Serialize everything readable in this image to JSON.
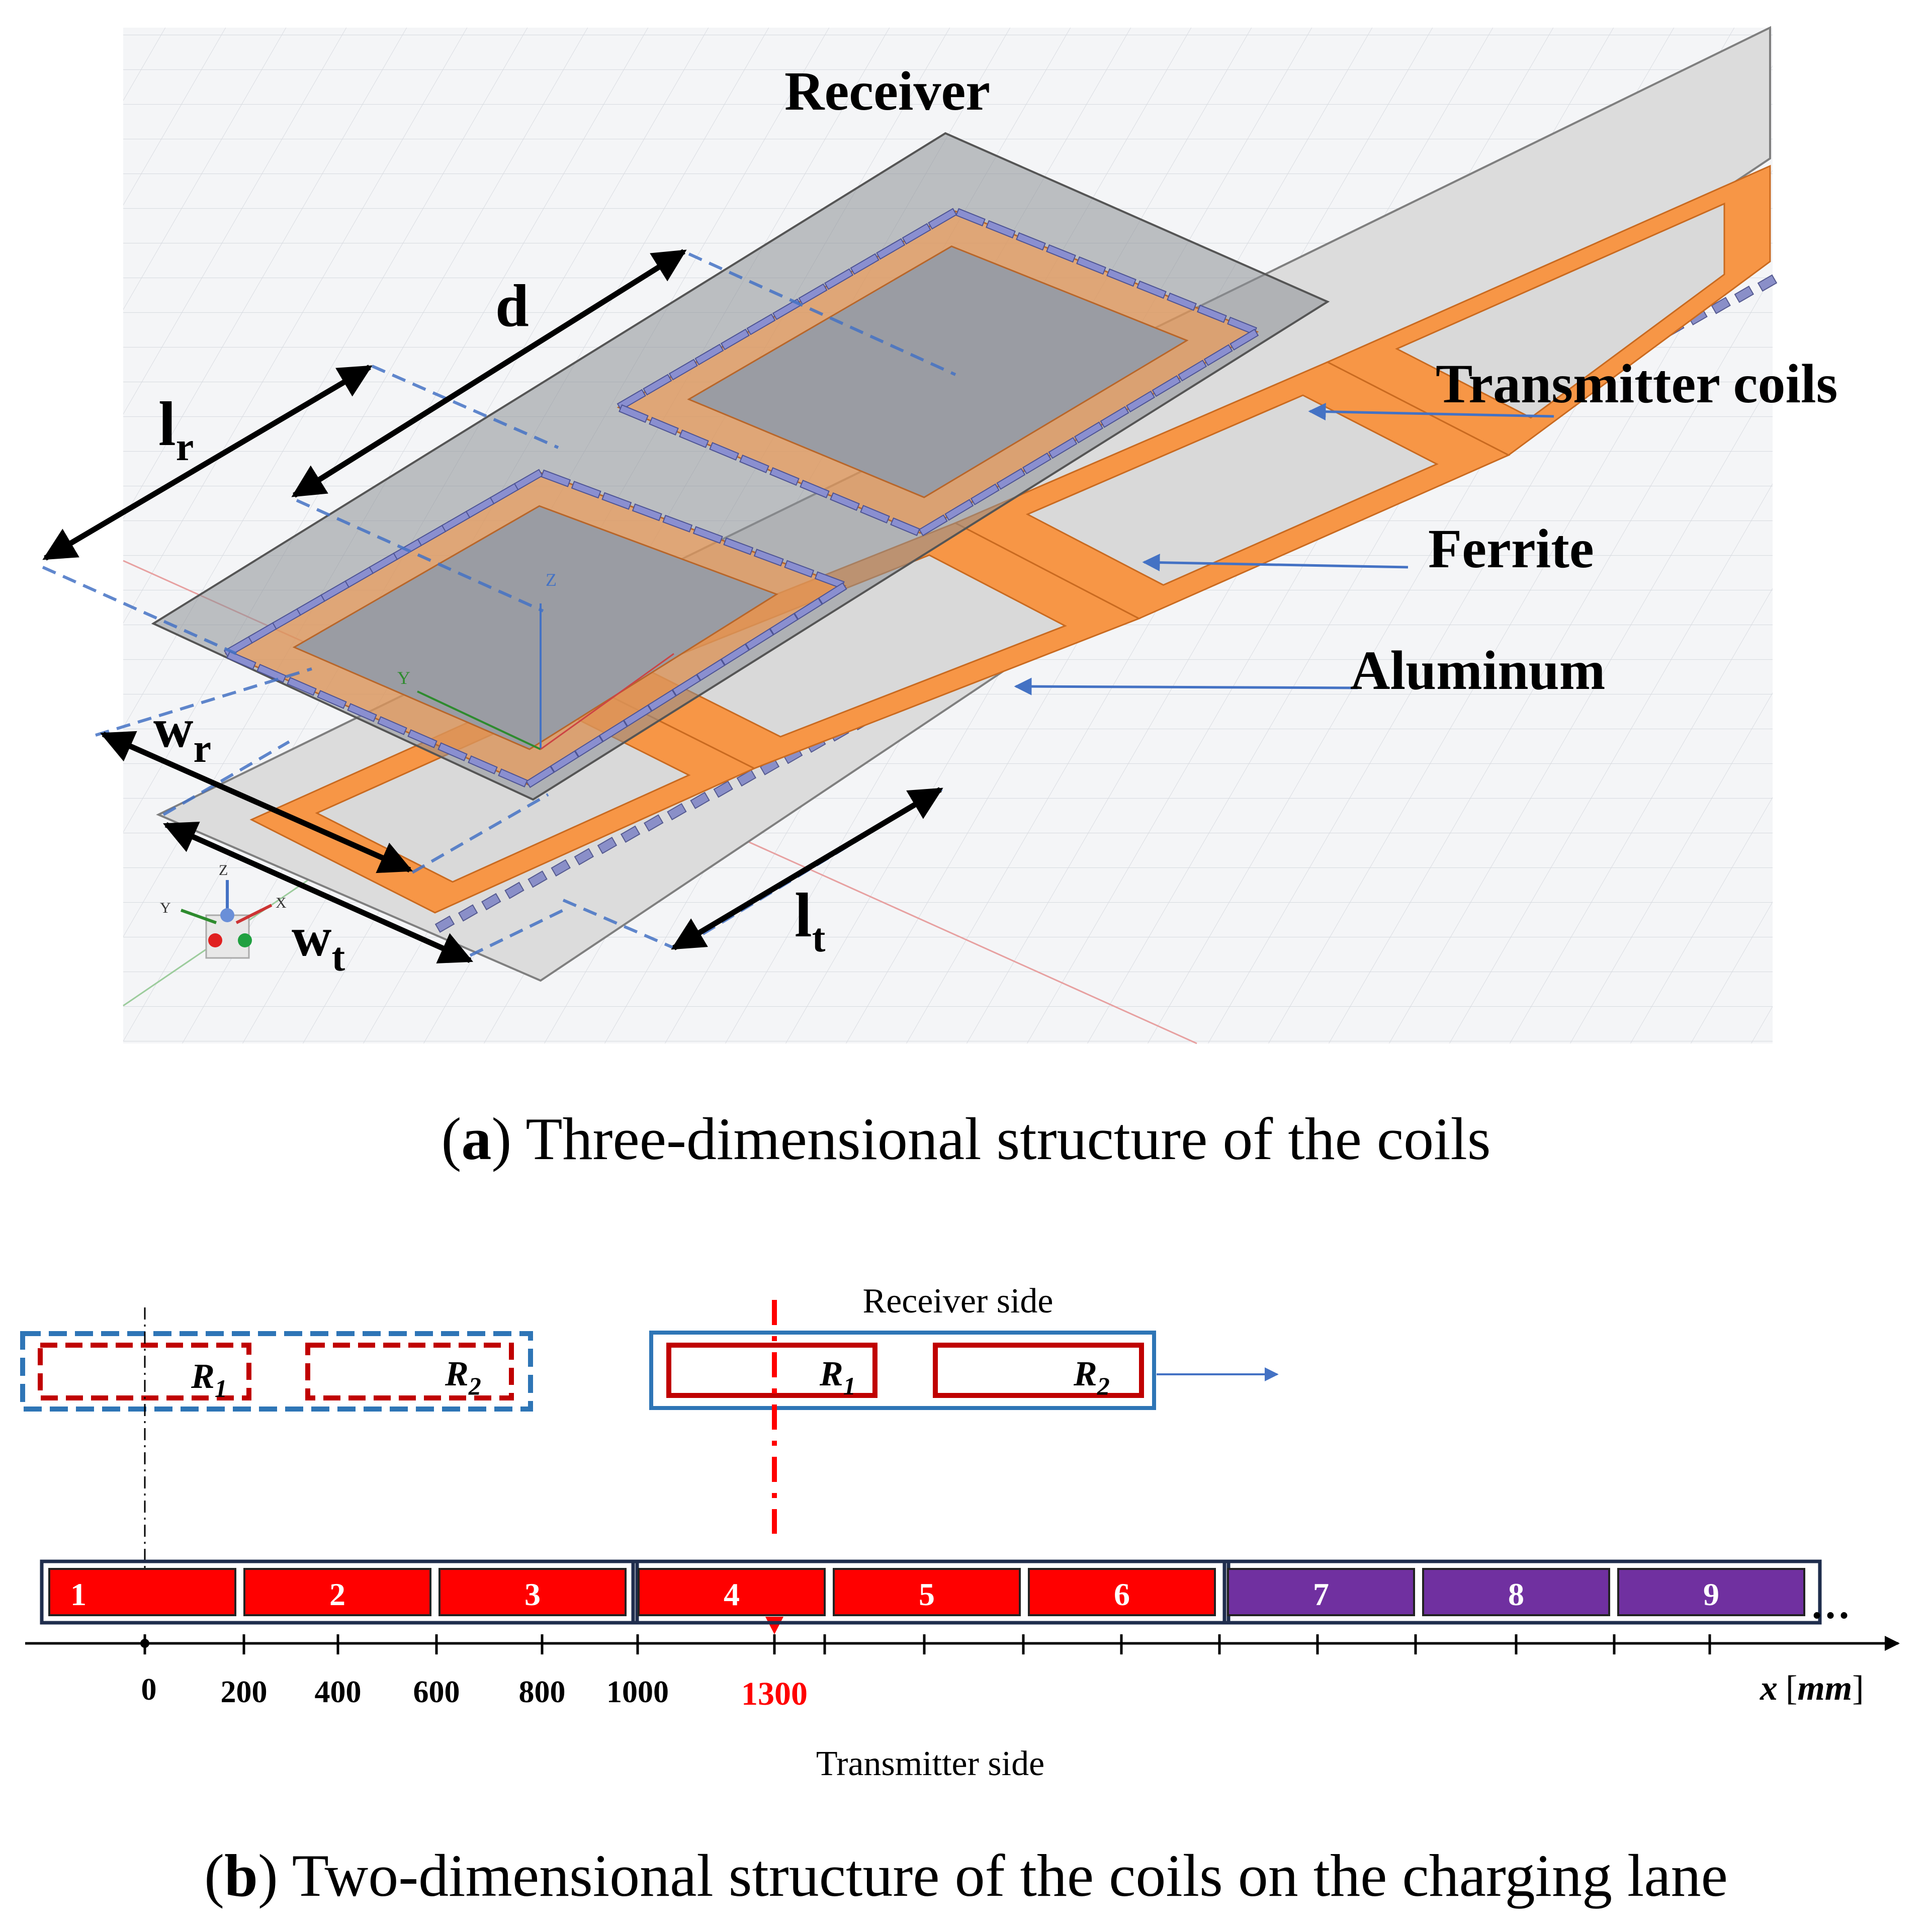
{
  "panel_a": {
    "labels": {
      "receiver": "Receiver",
      "transmitter": "Transmitter coils",
      "ferrite": "Ferrite",
      "aluminum": "Aluminum",
      "d": "d",
      "l": "l",
      "w": "w",
      "sub_r": "r",
      "sub_t": "t"
    },
    "axis_triad": {
      "x": "X",
      "y": "Y",
      "z": "Z"
    },
    "caption": {
      "letter": "a",
      "text": " Three-dimensional structure of the coils"
    }
  },
  "panel_b": {
    "receiver_side": "Receiver side",
    "transmitter_side": "Transmitter side",
    "r": "R",
    "r_sub_1": "1",
    "r_sub_2": "2",
    "coils": [
      {
        "label": "1",
        "group": 1
      },
      {
        "label": "2",
        "group": 1
      },
      {
        "label": "3",
        "group": 1
      },
      {
        "label": "4",
        "group": 2
      },
      {
        "label": "5",
        "group": 2
      },
      {
        "label": "6",
        "group": 2
      },
      {
        "label": "7",
        "group": 3
      },
      {
        "label": "8",
        "group": 3
      },
      {
        "label": "9",
        "group": 3
      }
    ],
    "ellipsis": "…",
    "ticks": [
      "0",
      "200",
      "400",
      "600",
      "800",
      "1000"
    ],
    "highlight_tick": "1300",
    "axis_label": {
      "x": "x",
      "bracket_open": "[",
      "unit": "mm",
      "bracket_close": "]"
    },
    "caption": {
      "letter": "b",
      "text": " Two-dimensional structure of the coils on the charging lane"
    }
  },
  "colors": {
    "copper": "#F79646",
    "active_coil": "#FF0000",
    "inactive_coil": "#7030A0",
    "receiver_red": "#C00000",
    "receiver_blue": "#2E75B6",
    "frame_navy": "#1F2D4D",
    "arrow_blue": "#4472C4"
  }
}
